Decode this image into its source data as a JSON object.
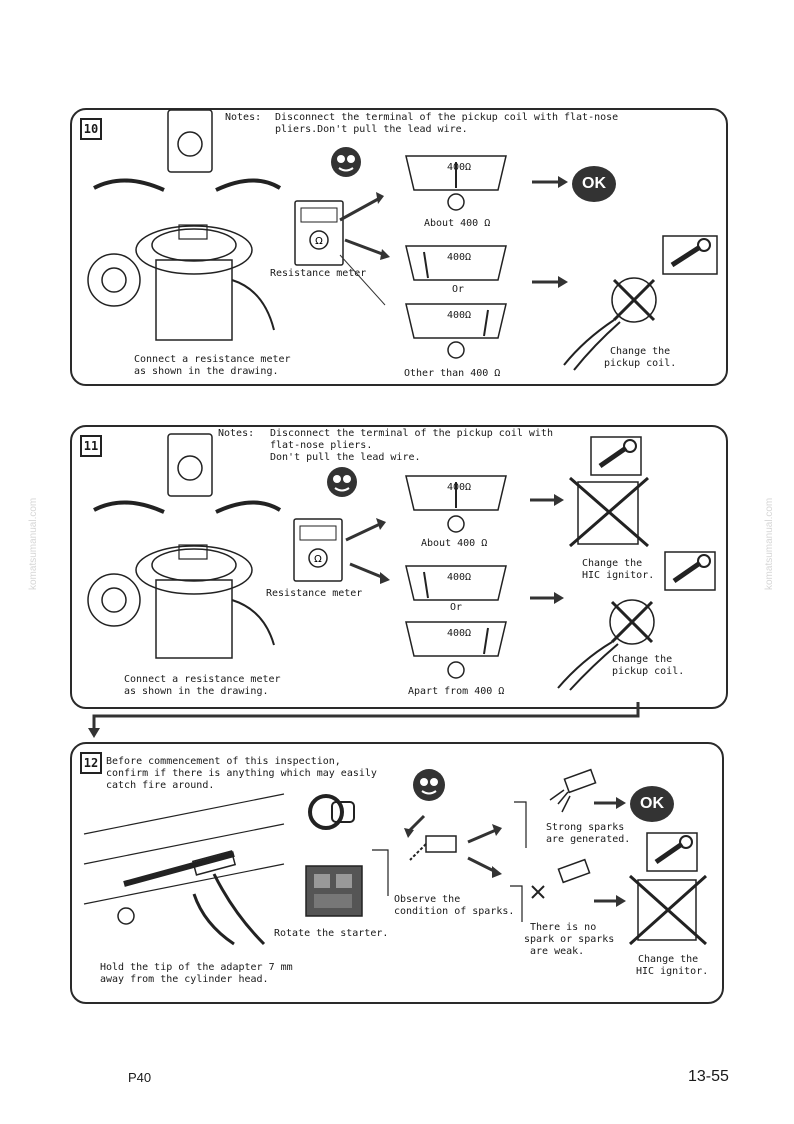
{
  "watermark": "komatsumanual.com",
  "step10": {
    "number": "10",
    "notes_label": "Notes:",
    "notes_line1": "Disconnect the terminal of the pickup coil with flat-nose",
    "notes_line2": "pliers.Don't pull the lead wire.",
    "meter_value": "400Ω",
    "about": "About 400 Ω",
    "or": "Or",
    "other_than": "Other than 400 Ω",
    "resistance_meter": "Resistance meter",
    "connect_line1": "Connect a resistance meter",
    "connect_line2": "as shown in the drawing.",
    "ok": "OK",
    "change_line1": "Change the",
    "change_line2": "pickup coil."
  },
  "step11": {
    "number": "11",
    "notes_label": "Notes:",
    "notes_line1": "Disconnect the terminal of the pickup coil with",
    "notes_line2": "flat-nose pliers.",
    "notes_line3": "Don't pull the lead wire.",
    "meter_value": "400Ω",
    "about": "About 400 Ω",
    "or": "Or",
    "apart_from": "Apart from 400 Ω",
    "resistance_meter": "Resistance meter",
    "connect_line1": "Connect a resistance meter",
    "connect_line2": "as shown in the drawing.",
    "change_hic_line1": "Change the",
    "change_hic_line2": "HIC ignitor.",
    "change_pickup_line1": "Change the",
    "change_pickup_line2": "pickup coil."
  },
  "step12": {
    "number": "12",
    "intro_line1": "Before commencement of this inspection,",
    "intro_line2": "confirm if there is anything which may easily",
    "intro_line3": "catch fire around.",
    "rotate": "Rotate the starter.",
    "observe_line1": "Observe the",
    "observe_line2": "condition of sparks.",
    "strong_line1": "Strong sparks",
    "strong_line2": "are generated.",
    "nospark_line1": "There is no",
    "nospark_line2": "spark or sparks",
    "nospark_line3": "are weak.",
    "hold_line1": "Hold the tip of the adapter 7 mm",
    "hold_line2": "away from the cylinder head.",
    "change_line1": "Change the",
    "change_line2": "HIC ignitor.",
    "ok": "OK"
  },
  "footer": {
    "left": "P40",
    "right": "13-55"
  }
}
